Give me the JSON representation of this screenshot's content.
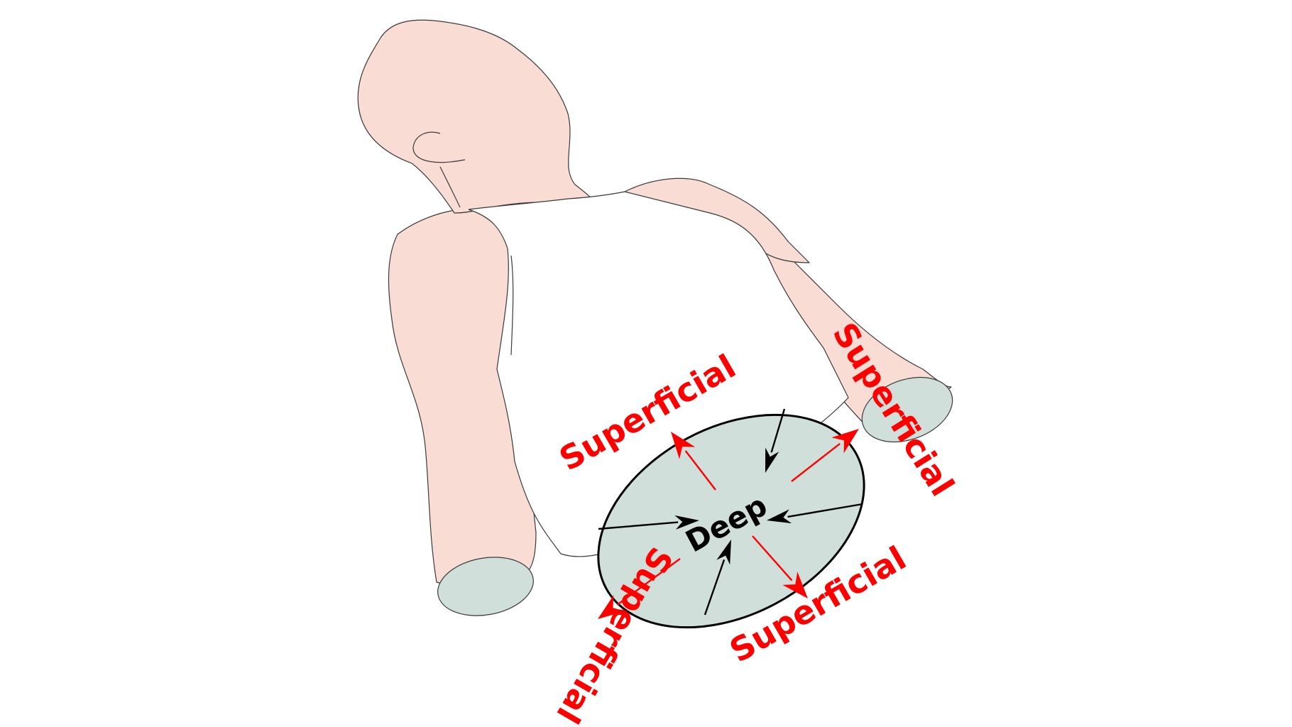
{
  "labels": {
    "deep": "Deep",
    "superficial_upper_left": "Superficial",
    "superficial_upper_right": "Superficial",
    "superficial_lower_left": "Superficial",
    "superficial_lower_right": "Superficial"
  },
  "colors": {
    "skin": "#f9dcd4",
    "cross_section": "#d0dfd9",
    "outward_arrow": "#ff0000",
    "inward_arrow": "#000000",
    "outline": "#000000"
  }
}
